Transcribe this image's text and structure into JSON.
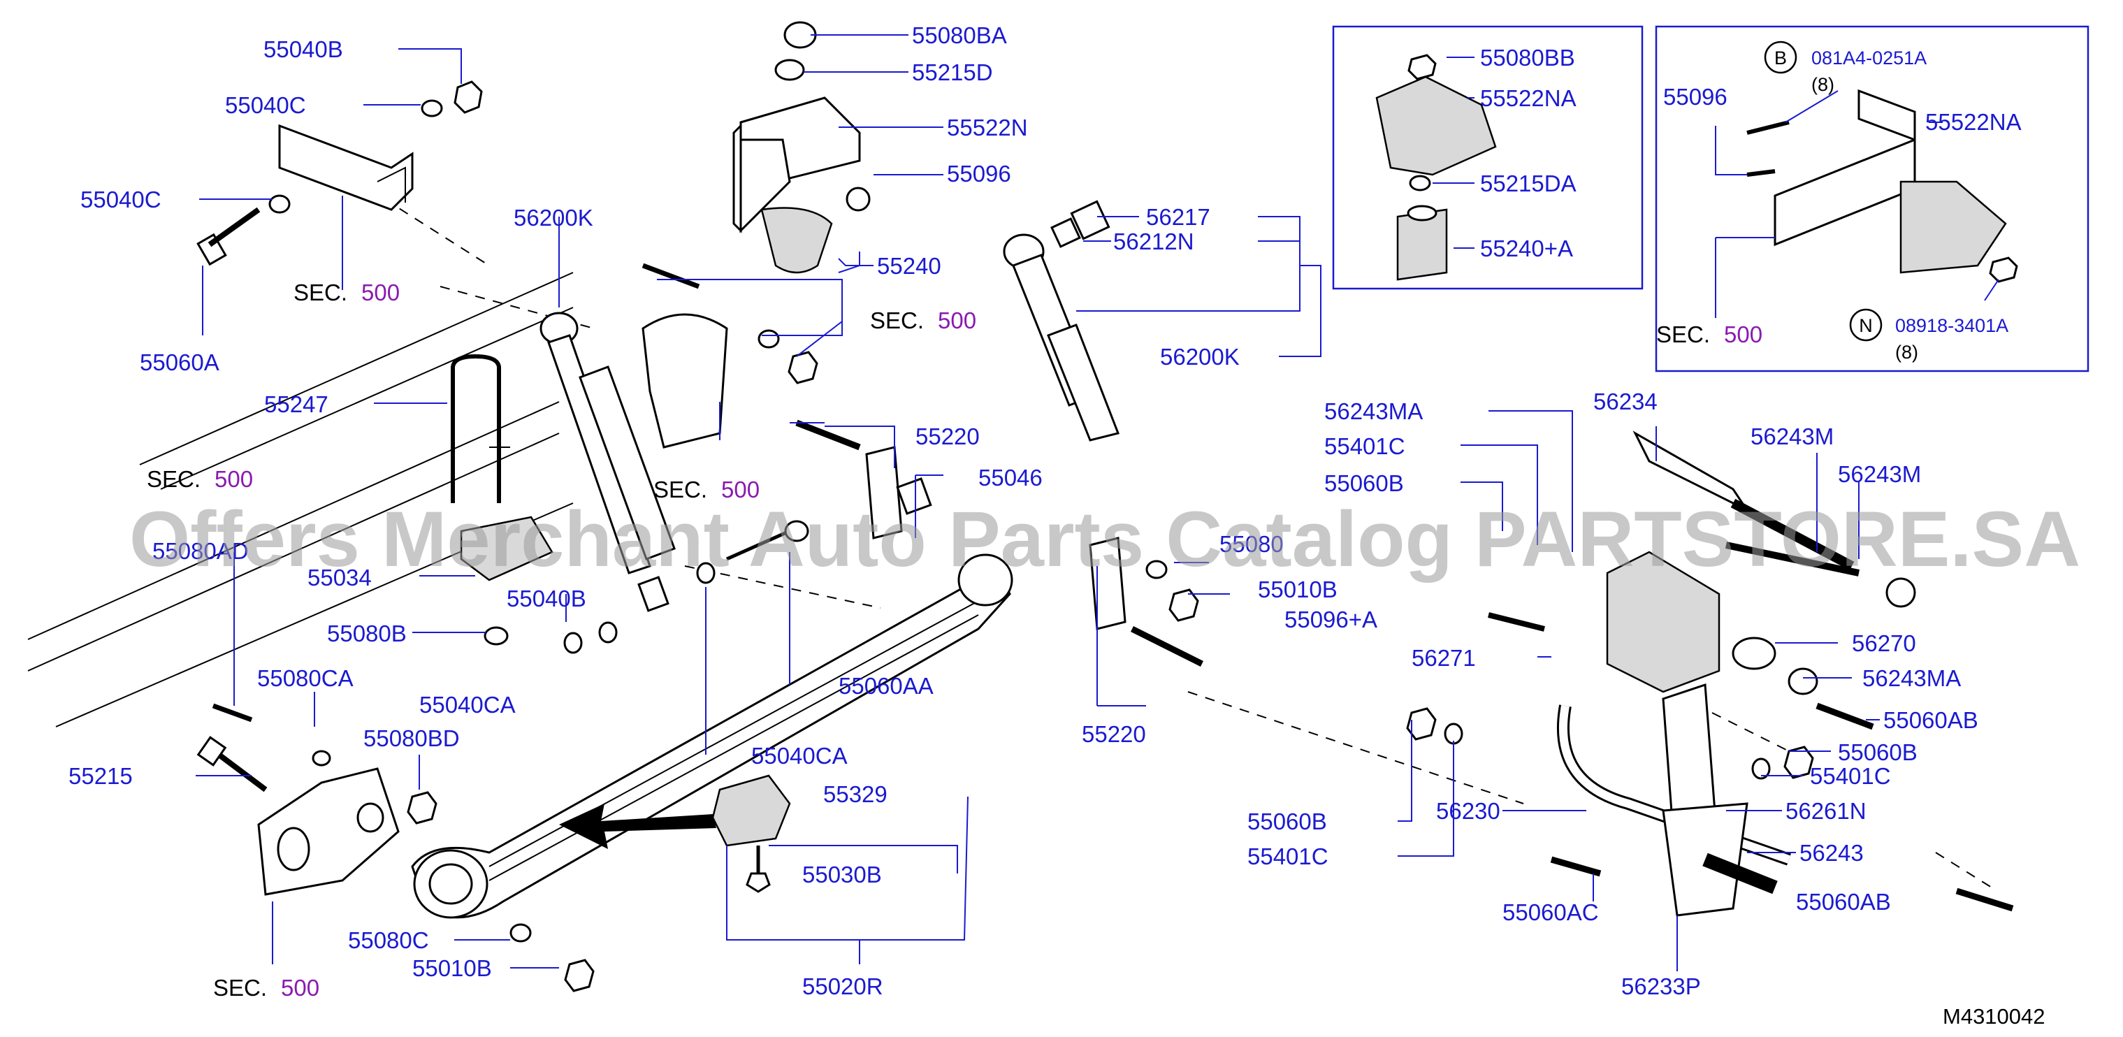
{
  "watermark": "Offers Merchant Auto Parts Catalog PARTSTORE.SA",
  "diagram_code": "M4310042",
  "sec_prefix": "SEC.",
  "sec_number": "500",
  "callouts": {
    "b_letter": "B",
    "b_part": "081A4-0251A",
    "b_qty": "(8)",
    "n_letter": "N",
    "n_part": "08918-3401A",
    "n_qty": "(8)"
  },
  "labels": {
    "p55040B": "55040B",
    "p55040C_a": "55040C",
    "p55040C_b": "55040C",
    "p55060A": "55060A",
    "p56200K_a": "56200K",
    "p55247": "55247",
    "p55080AD": "55080AD",
    "p55034": "55034",
    "p55040B_b": "55040B",
    "p55080B": "55080B",
    "p55080CA": "55080CA",
    "p55040CA": "55040CA",
    "p55080BD": "55080BD",
    "p55215": "55215",
    "p55080C": "55080C",
    "p55010B_a": "55010B",
    "p55080BA": "55080BA",
    "p55215D": "55215D",
    "p55522N": "55522N",
    "p55096_a": "55096",
    "p55240": "55240",
    "p55220_a": "55220",
    "p55046": "55046",
    "p55060AA": "55060AA",
    "p55040CA_b": "55040CA",
    "p55329": "55329",
    "p55030B": "55030B",
    "p55020R": "55020R",
    "p55220_b": "55220",
    "p55080_c": "55080",
    "p55010B_b": "55010B",
    "p55096A": "55096+A",
    "p56217": "56217",
    "p56212N": "56212N",
    "p56200K_b": "56200K",
    "p55080BB": "55080BB",
    "p55522NA_a": "55522NA",
    "p55215DA": "55215DA",
    "p55240A": "55240+A",
    "p55096_b": "55096",
    "p55522NA_b": "55522NA",
    "p56243MA_a": "56243MA",
    "p55401C_a": "55401C",
    "p55060B_a": "55060B",
    "p56234": "56234",
    "p56243M_a": "56243M",
    "p56243M_b": "56243M",
    "p56271": "56271",
    "p56270": "56270",
    "p56243MA_b": "56243MA",
    "p55060AB_a": "55060AB",
    "p55060B_b": "55060B",
    "p55401C_b": "55401C",
    "p56261N": "56261N",
    "p56243": "56243",
    "p55060AB_b": "55060AB",
    "p56230": "56230",
    "p55060B_c": "55060B",
    "p55401C_c": "55401C",
    "p55060AC": "55060AC",
    "p56233P": "56233P"
  }
}
